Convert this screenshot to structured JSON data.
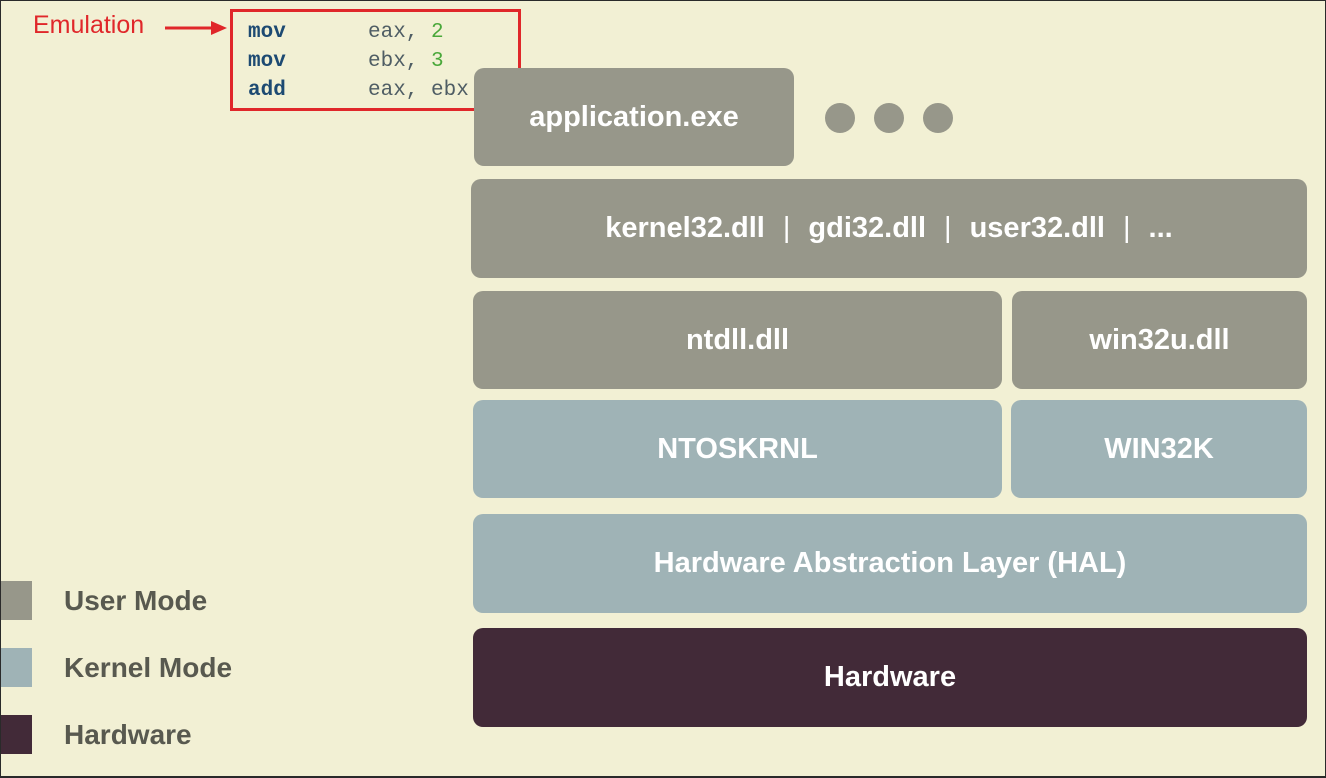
{
  "emulation": {
    "label": "Emulation",
    "code": [
      {
        "op": "mov",
        "args": "eax, ",
        "val": "2"
      },
      {
        "op": "mov",
        "args": "ebx, ",
        "val": "3"
      },
      {
        "op": "add",
        "args": "eax, ebx",
        "val": ""
      }
    ]
  },
  "layers": {
    "application": "application.exe",
    "subsystem_dlls": [
      "kernel32.dll",
      "gdi32.dll",
      "user32.dll",
      "..."
    ],
    "separator": "|",
    "ntdll": "ntdll.dll",
    "win32u": "win32u.dll",
    "ntoskrnl": "NTOSKRNL",
    "win32k": "WIN32K",
    "hal": "Hardware Abstraction Layer (HAL)",
    "hardware": "Hardware"
  },
  "legend": [
    {
      "label": "User Mode",
      "color": "#97978a"
    },
    {
      "label": "Kernel Mode",
      "color": "#9fb3b6"
    },
    {
      "label": "Hardware",
      "color": "#422a38"
    }
  ],
  "colors": {
    "user_mode": "#97978a",
    "kernel_mode": "#9fb3b6",
    "hardware": "#422a38",
    "background": "#f2f0d4",
    "emulation_accent": "#e0272a"
  }
}
